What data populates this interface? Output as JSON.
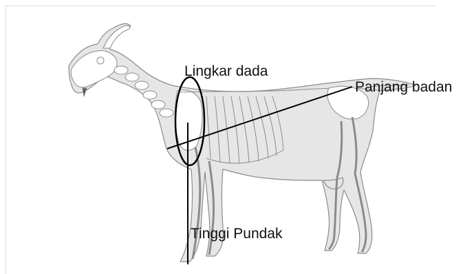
{
  "labels": {
    "chest_girth": "Lingkar dada",
    "body_length": "Panjang badan",
    "shoulder_height": "Tinggi Pundak"
  },
  "colors": {
    "body_fill": "#e6e6e6",
    "skeleton_fill": "#ffffff",
    "outline": "#8a8a8a",
    "measure_line": "#000000",
    "frame": "#d9d9d9"
  }
}
